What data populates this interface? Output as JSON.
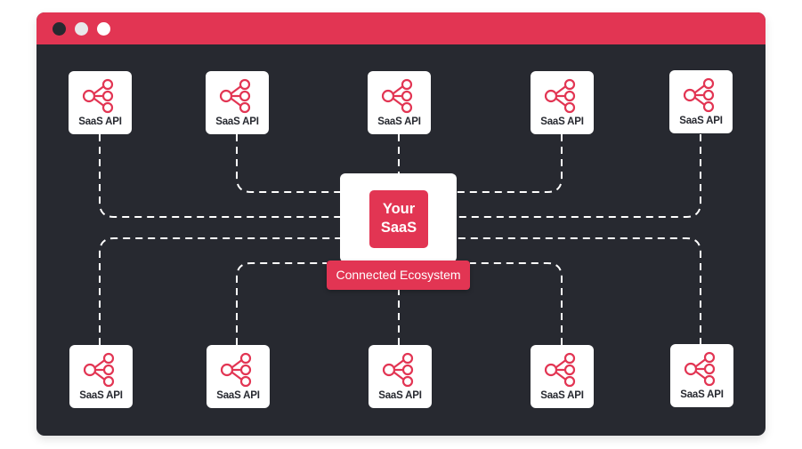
{
  "colors": {
    "accent": "#e23553",
    "background": "#272930",
    "card": "#ffffff"
  },
  "window": {
    "controls": [
      "close-dot",
      "minimize-dot",
      "maximize-dot"
    ]
  },
  "hub": {
    "line1": "Your",
    "line2": "SaaS",
    "caption": "Connected Ecosystem"
  },
  "top_row": [
    {
      "label": "SaaS API",
      "icon": "share-icon"
    },
    {
      "label": "SaaS API",
      "icon": "share-icon"
    },
    {
      "label": "SaaS API",
      "icon": "share-icon"
    },
    {
      "label": "SaaS API",
      "icon": "share-icon"
    },
    {
      "label": "SaaS API",
      "icon": "share-icon"
    }
  ],
  "bottom_row": [
    {
      "label": "SaaS API",
      "icon": "share-icon"
    },
    {
      "label": "SaaS API",
      "icon": "share-icon"
    },
    {
      "label": "SaaS API",
      "icon": "share-icon"
    },
    {
      "label": "SaaS API",
      "icon": "share-icon"
    },
    {
      "label": "SaaS API",
      "icon": "share-icon"
    }
  ]
}
